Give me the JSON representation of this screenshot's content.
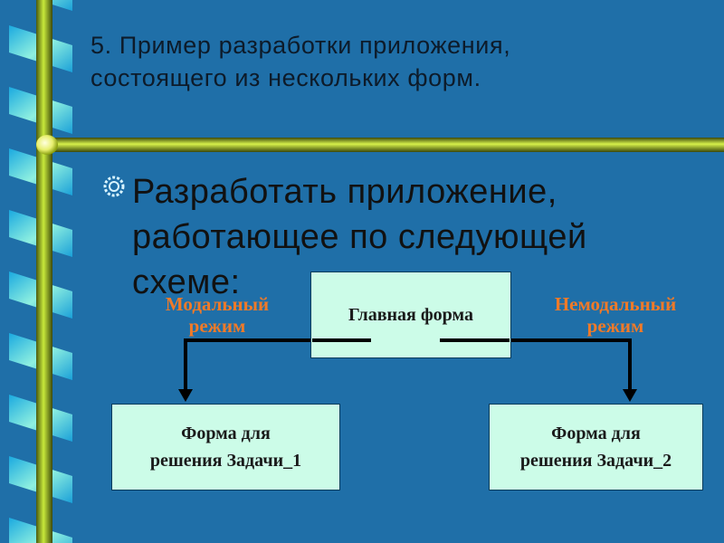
{
  "slide": {
    "title_line1": "5. Пример разработки приложения,",
    "title_line2": "состоящего из нескольких форм.",
    "bullet_line1": "Разработать приложение,",
    "bullet_line2": "работающее по следующей",
    "bullet_line3": "схеме:"
  },
  "diagram": {
    "main_form": "Главная форма",
    "left_label_line1": "Модальный",
    "left_label_line2": "режим",
    "right_label_line1": "Немодальный",
    "right_label_line2": "режим",
    "form1_line1": "Форма для",
    "form1_line2": "решения Задачи_1",
    "form2_line1": "Форма для",
    "form2_line2": "решения Задачи_2"
  },
  "colors": {
    "background": "#1f6fa8",
    "box_fill": "#ccfce8",
    "label": "#f07a28",
    "rod": "#9acd20"
  },
  "icons": {
    "bullet": "gear-bullet-icon"
  }
}
